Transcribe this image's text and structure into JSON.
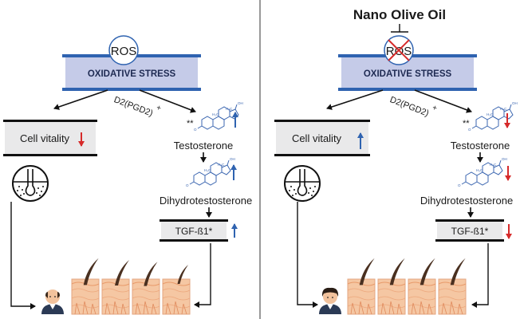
{
  "colors": {
    "stress_box_fill": "#c5cbe8",
    "stress_bar": "#2f63b0",
    "arrow_up": "#2f63b0",
    "arrow_down": "#d62a2a",
    "inhibitor_cross": "#d62a2a",
    "molecule": "#3b66b0",
    "skin": "#f2b98c",
    "hair": "#4a3020"
  },
  "icons": [
    "ros-circle",
    "steroid-molecule-icon",
    "hair-follicle-icon",
    "person-icon",
    "scalp-skin-icon",
    "hair-strand-icon"
  ],
  "left": {
    "ros": "ROS",
    "stress": "OXIDATIVE STRESS",
    "d2": "D2(PGD2)",
    "plus": "+",
    "stars": "**",
    "cell_vitality": "Cell vitality",
    "cell_vitality_trend": "down",
    "testosterone": "Testosterone",
    "testosterone_trend": "up",
    "dht": "Dihydrotestosterone",
    "dht_trend": "up",
    "tgf": "TGF-ß1*",
    "tgf_trend": "up"
  },
  "right": {
    "title": "Nano Olive Oil",
    "ros": "ROS",
    "stress": "OXIDATIVE STRESS",
    "d2": "D2(PGD2)",
    "plus": "+",
    "stars": "**",
    "cell_vitality": "Cell vitality",
    "cell_vitality_trend": "up",
    "testosterone": "Testosterone",
    "testosterone_trend": "down",
    "dht": "Dihydrotestosterone",
    "dht_trend": "down",
    "tgf": "TGF-ß1*",
    "tgf_trend": "down"
  }
}
